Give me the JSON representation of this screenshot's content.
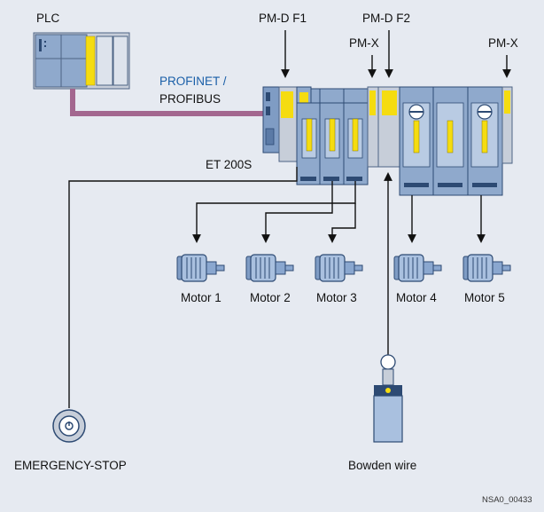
{
  "labels": {
    "plc": "PLC",
    "pmdf1": "PM-D F1",
    "pmdf2": "PM-D F2",
    "pmx_left": "PM-X",
    "pmx_right": "PM-X",
    "bus_line1": "PROFINET /",
    "bus_line2": "PROFIBUS",
    "et200s": "ET 200S",
    "motor1": "Motor 1",
    "motor2": "Motor 2",
    "motor3": "Motor 3",
    "motor4": "Motor 4",
    "motor5": "Motor 5",
    "estop": "EMERGENCY-STOP",
    "bowden": "Bowden wire",
    "docid": "NSA0_00433"
  },
  "colors": {
    "background": "#e6eaf1",
    "module_blue": "#8fa9cc",
    "module_gray": "#c7ced9",
    "yellow": "#f5dc10",
    "bus_purple": "#a3678f",
    "label_blue": "#1a5fa8"
  },
  "icons": [
    "plc-icon",
    "motor-icon",
    "emergency-stop-icon",
    "bowden-switch-icon"
  ]
}
